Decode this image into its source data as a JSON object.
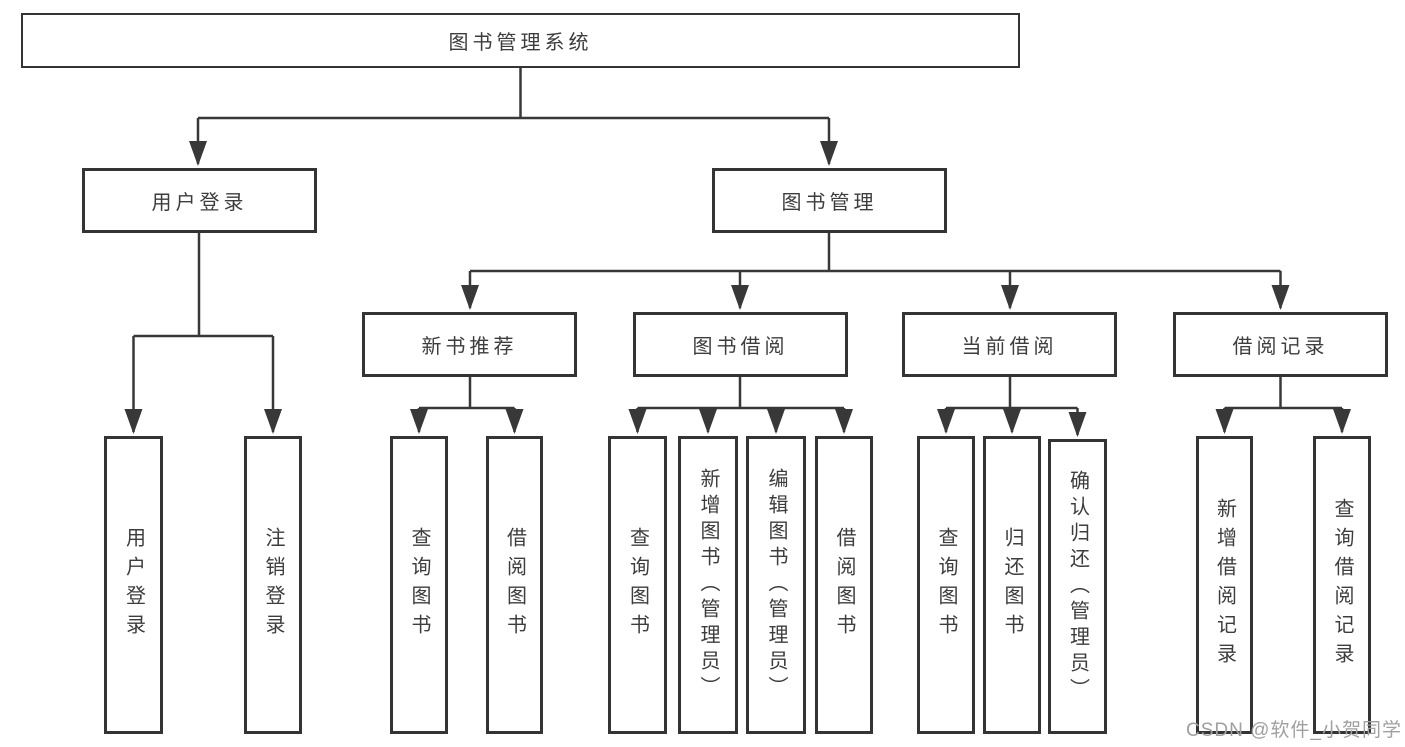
{
  "diagram": {
    "title": "图书管理系统",
    "branches": [
      {
        "label": "用户登录",
        "children": [
          "用户登录",
          "注销登录"
        ]
      },
      {
        "label": "图书管理",
        "children": [
          {
            "label": "新书推荐",
            "children": [
              "查询图书",
              "借阅图书"
            ]
          },
          {
            "label": "图书借阅",
            "children": [
              "查询图书",
              "新增图书（管理员）",
              "编辑图书（管理员）",
              "借阅图书"
            ]
          },
          {
            "label": "当前借阅",
            "children": [
              "查询图书",
              "归还图书",
              "确认归还（管理员）"
            ]
          },
          {
            "label": "借阅记录",
            "children": [
              "新增借阅记录",
              "查询借阅记录"
            ]
          }
        ]
      }
    ]
  },
  "watermark": {
    "text": "CSDN @软件_小贺同学"
  },
  "colors": {
    "line": "#383838",
    "border": "#343434",
    "text": "#3d3d3d",
    "watermark": "#a0a0a0",
    "background": "#ffffff"
  }
}
